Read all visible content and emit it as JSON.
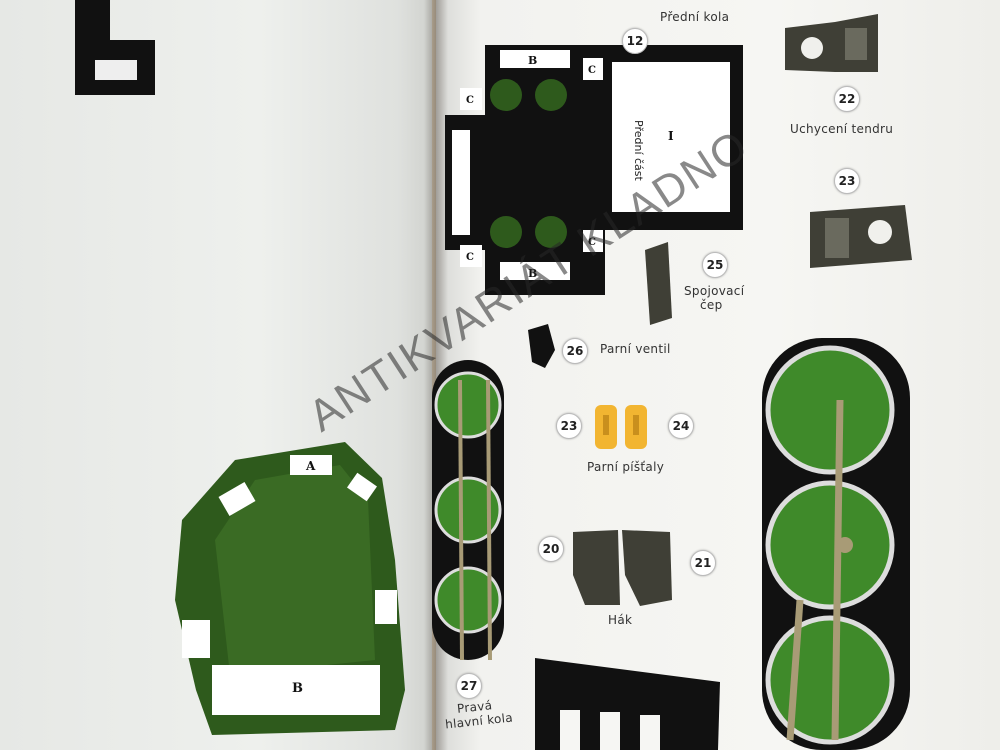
{
  "parts": {
    "p12": {
      "number": "12",
      "label": "Přední kola"
    },
    "p22": {
      "number": "22",
      "label": "Uchycení tendru"
    },
    "p23_top": {
      "number": "23"
    },
    "p25": {
      "number": "25",
      "label_line1": "Spojovací",
      "label_line2": "čep"
    },
    "p26": {
      "number": "26",
      "label": "Parní ventil"
    },
    "p23_whistle": {
      "number": "23"
    },
    "p24": {
      "number": "24"
    },
    "whistles_label": "Parní píšťaly",
    "p20": {
      "number": "20"
    },
    "p21": {
      "number": "21"
    },
    "hook_label": "Hák",
    "p27": {
      "number": "27",
      "label_line1": "Pravá",
      "label_line2": "hlavní kola"
    }
  },
  "front_section_label": "Přední část",
  "tab_letters": {
    "a": "A",
    "b": "B",
    "c": "C",
    "i": "I"
  },
  "watermark": "ANTIKVARIÁT KLADNO",
  "colors": {
    "page": "#f4f4f1",
    "green_dark": "#2e5a1c",
    "wheel_green": "#3f8a2a",
    "whistle_orange": "#f2b531",
    "part_gray": "#4a4a40",
    "rod_tan": "#a89b76"
  }
}
